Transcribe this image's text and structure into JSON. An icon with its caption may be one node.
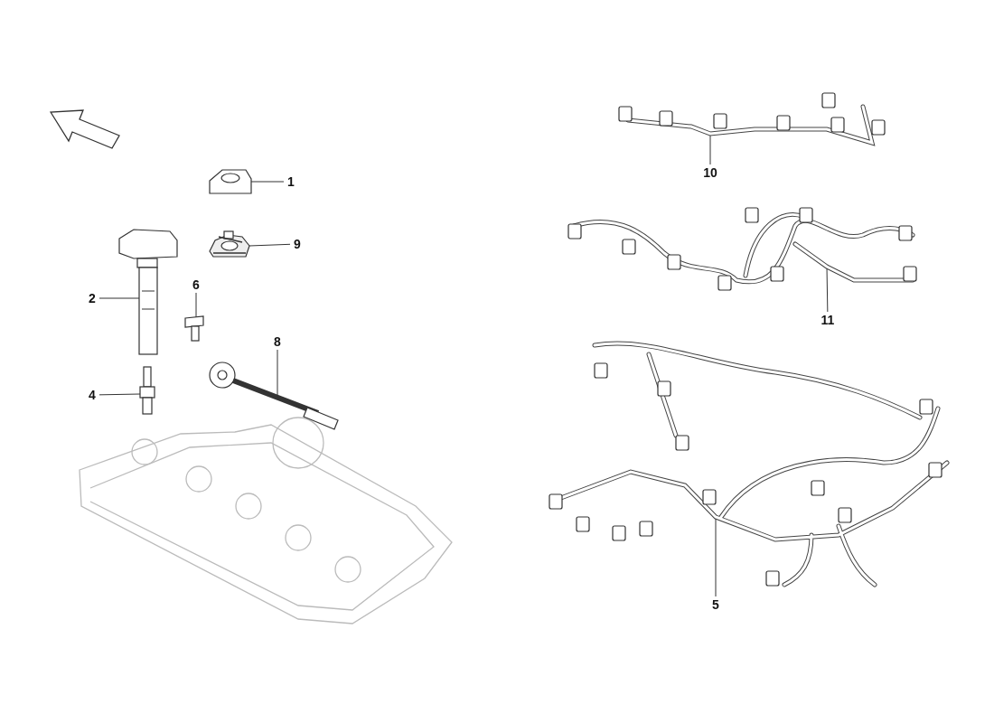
{
  "diagram": {
    "nodes": [
      {
        "text": [
          "10"
        ]
      },
      {
        "text": [],
        "shape": "picture"
      },
      {
        "text": [
          "1"
        ]
      },
      {
        "text": [],
        "shape": "picture"
      },
      {
        "text": [
          "9"
        ]
      },
      {
        "text": [],
        "shape": "picture"
      },
      {
        "text": [
          "2"
        ]
      },
      {
        "text": [],
        "shape": "picture"
      },
      {
        "text": [
          "11"
        ]
      },
      {
        "text": [],
        "shape": "picture"
      },
      {
        "text": [
          "6"
        ]
      },
      {
        "text": [],
        "shape": "picture"
      },
      {
        "text": [
          "8"
        ]
      },
      {
        "text": [],
        "shape": "picture"
      },
      {
        "text": [
          "4"
        ]
      },
      {
        "text": [],
        "shape": "picture"
      },
      {
        "text": [
          "5"
        ]
      },
      {
        "text": [],
        "shape": "picture"
      }
    ],
    "edges": [
      {
        "from": 0,
        "to": 1,
        "arrow": "none"
      },
      {
        "from": 2,
        "to": 3,
        "arrow": "none"
      },
      {
        "from": 4,
        "to": 5,
        "arrow": "none"
      },
      {
        "from": 6,
        "to": 7,
        "arrow": "none"
      },
      {
        "from": 8,
        "to": 9,
        "arrow": "none"
      },
      {
        "from": 10,
        "to": 11,
        "arrow": "none"
      },
      {
        "from": 12,
        "to": 13,
        "arrow": "none"
      },
      {
        "from": 14,
        "to": 15,
        "arrow": "none"
      },
      {
        "from": 16,
        "to": 17,
        "arrow": "none"
      }
    ]
  }
}
